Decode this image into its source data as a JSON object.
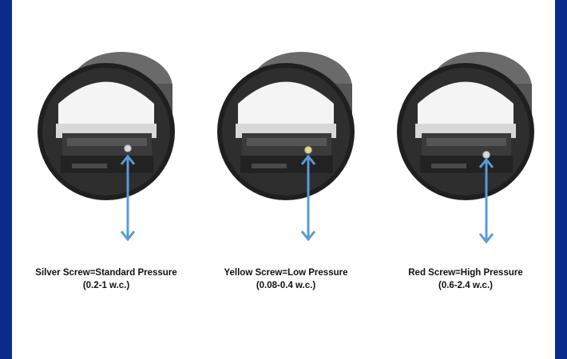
{
  "items": [
    {
      "screw_color": "Silver",
      "label": "Silver Screw=Standard Pressure",
      "range": "(0.2-1 w.c.)"
    },
    {
      "screw_color": "Yellow",
      "label": "Yellow Screw=Low Pressure",
      "range": "(0.08-0.4 w.c.)"
    },
    {
      "screw_color": "Red",
      "label": "Red Screw=High Pressure",
      "range": "(0.6-2.4 w.c.)"
    }
  ],
  "colors": {
    "border": "#0a2a8c",
    "arrow": "#5a9ad8",
    "damper_body": "#2a2a2a"
  },
  "icons": [
    "damper-image",
    "arrow-icon"
  ]
}
